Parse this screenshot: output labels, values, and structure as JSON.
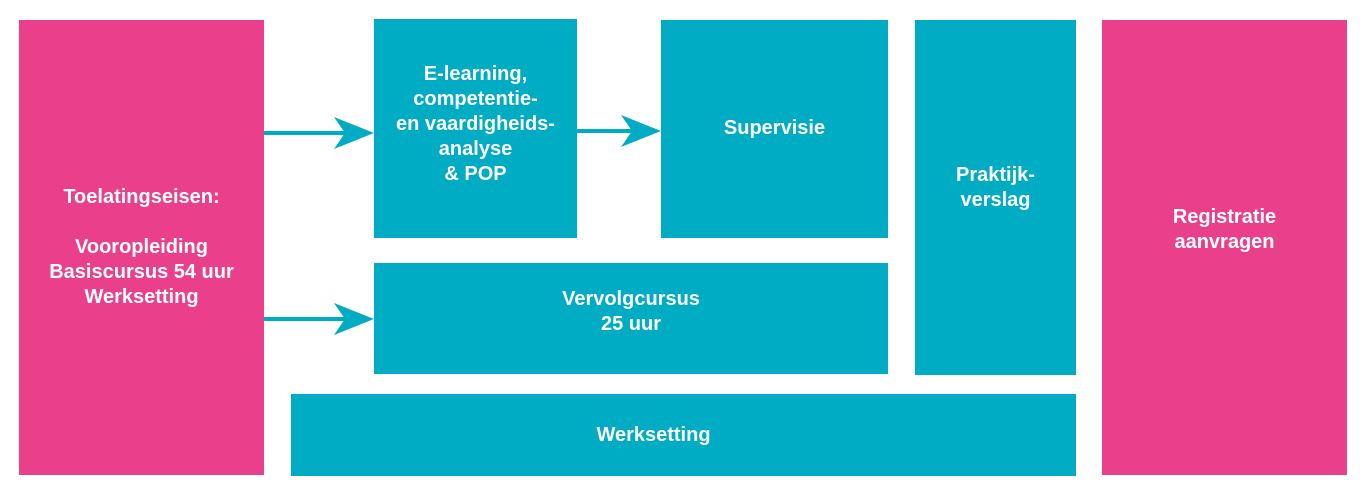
{
  "colors": {
    "pink": "#ea3f8a",
    "teal": "#00acc4",
    "background": "#ffffff"
  },
  "boxes": {
    "admission": {
      "title": "Toelatingseisen:",
      "lines": [
        "Vooropleiding",
        "Basiscursus 54 uur",
        "Werksetting"
      ]
    },
    "elearning": {
      "lines": [
        "E-learning,",
        "competentie-",
        "en vaardigheids-",
        "analyse",
        "& POP"
      ]
    },
    "supervision": {
      "lines": [
        "Supervisie"
      ]
    },
    "practice_report": {
      "lines": [
        "Praktijk-",
        "verslag"
      ]
    },
    "registration": {
      "lines": [
        "Registratie",
        "aanvragen"
      ]
    },
    "follow_up_course": {
      "lines": [
        "Vervolgcursus",
        "25 uur"
      ]
    },
    "work_setting": {
      "lines": [
        "Werksetting"
      ]
    }
  },
  "arrows": [
    {
      "from": "admission",
      "to": "elearning"
    },
    {
      "from": "elearning",
      "to": "supervision"
    },
    {
      "from": "admission",
      "to": "follow_up_course"
    }
  ]
}
